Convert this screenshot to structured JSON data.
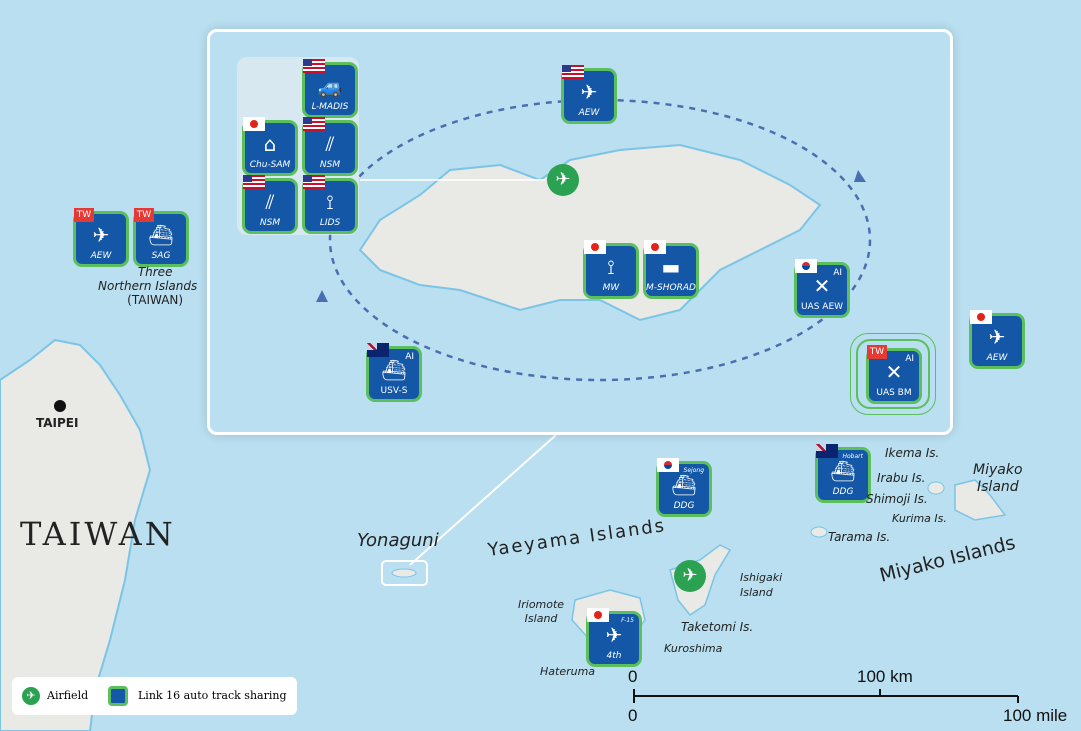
{
  "map": {
    "places": {
      "taiwan": "TAIWAN",
      "taipei": "TAIPEI",
      "three_northern": [
        "Three",
        "Northern Islands",
        "(TAIWAN)"
      ],
      "yonaguni": "Yonaguni",
      "yaeyama": "Yaeyama Islands",
      "miyako_islands": "Miyako Islands",
      "iriomote": [
        "Iriomote",
        "Island"
      ],
      "hateruma": "Hateruma",
      "ishigaki": [
        "Ishigaki",
        "Island"
      ],
      "taketomi": "Taketomi Is.",
      "kuroshima": "Kuroshima",
      "tarama": "Tarama Is.",
      "ikema": "Ikema Is.",
      "irabu": "Irabu Is.",
      "shimoji": "Shimoji Is.",
      "kurima": "Kurima Is.",
      "miyako_island": [
        "Miyako",
        "Island"
      ]
    },
    "badges": [
      {
        "label": "L-MADIS",
        "flag": "us",
        "icon": "vehicle-icon"
      },
      {
        "label": "Chu-SAM",
        "flag": "jp",
        "icon": "launcher-icon"
      },
      {
        "label": "NSM",
        "flag": "us",
        "icon": "missile-icon"
      },
      {
        "label": "NSM",
        "flag": "us",
        "icon": "missile-icon"
      },
      {
        "label": "LIDS",
        "flag": "us",
        "icon": "radar-icon"
      },
      {
        "label": "AEW",
        "flag": "us",
        "icon": "aircraft-icon"
      },
      {
        "label": "MW",
        "flag": "jp",
        "icon": "radar-icon"
      },
      {
        "label": "M-SHORAD",
        "flag": "jp",
        "icon": "armored-vehicle-icon"
      },
      {
        "label": "UAS AEW",
        "flag": "kr",
        "ai": "AI",
        "icon": "drone-icon"
      },
      {
        "label": "USV-S",
        "flag": "au",
        "ai": "AI",
        "icon": "boat-icon"
      },
      {
        "label": "UAS BM",
        "flag": "tw",
        "flag_text": "TW",
        "ai": "AI",
        "icon": "drone-icon"
      },
      {
        "label": "AEW",
        "flag": "jp",
        "icon": "aircraft-icon"
      },
      {
        "label": "AEW",
        "flag": "tw",
        "flag_text": "TW",
        "icon": "aircraft-icon"
      },
      {
        "label": "SAG",
        "flag": "tw",
        "flag_text": "TW",
        "icon": "ships-icon"
      },
      {
        "label": "DDG",
        "flag": "kr",
        "sub": "Sejong",
        "icon": "ship-icon"
      },
      {
        "label": "DDG",
        "flag": "au",
        "sub": "Hobart",
        "icon": "ship-icon"
      },
      {
        "label": "4th",
        "flag": "jp",
        "sub": "F-15",
        "icon": "jet-icon"
      }
    ],
    "colors": {
      "sea": "#b9dff0",
      "land": "#e9e9e6",
      "badge": "#1357a6",
      "link16": "#5cbf5e",
      "airfield": "#2aa252",
      "route": "#4a6fb0"
    }
  },
  "scale": {
    "zero_top": "0",
    "km": "100 km",
    "zero_bottom": "0",
    "mile": "100 mile"
  },
  "legend": {
    "airfield": "Airfield",
    "link16": "Link 16 auto track sharing"
  }
}
